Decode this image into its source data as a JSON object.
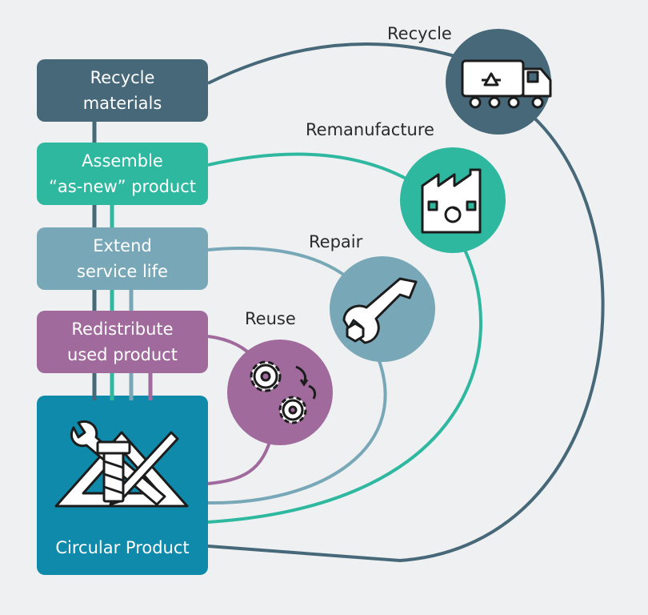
{
  "stages": {
    "recycle_materials": {
      "line1": "Recycle",
      "line2": "materials",
      "color": "#466878"
    },
    "assemble": {
      "line1": "Assemble",
      "line2": "“as-new” product",
      "color": "#2fb8a0"
    },
    "extend": {
      "line1": "Extend",
      "line2": "service life",
      "color": "#78a8b8"
    },
    "redistribute": {
      "line1": "Redistribute",
      "line2": "used product",
      "color": "#a06a9c"
    }
  },
  "product": {
    "label": "Circular Product",
    "color": "#0f8aab",
    "icon": "tools-icon"
  },
  "loops": {
    "recycle": {
      "label": "Recycle",
      "color": "#466878",
      "icon": "recycling-truck-icon"
    },
    "remanufacture": {
      "label": "Remanufacture",
      "color": "#2fb8a0",
      "icon": "factory-icon"
    },
    "repair": {
      "label": "Repair",
      "color": "#78a8b8",
      "icon": "wrench-icon"
    },
    "reuse": {
      "label": "Reuse",
      "color": "#a06a9c",
      "icon": "gears-icon"
    }
  }
}
